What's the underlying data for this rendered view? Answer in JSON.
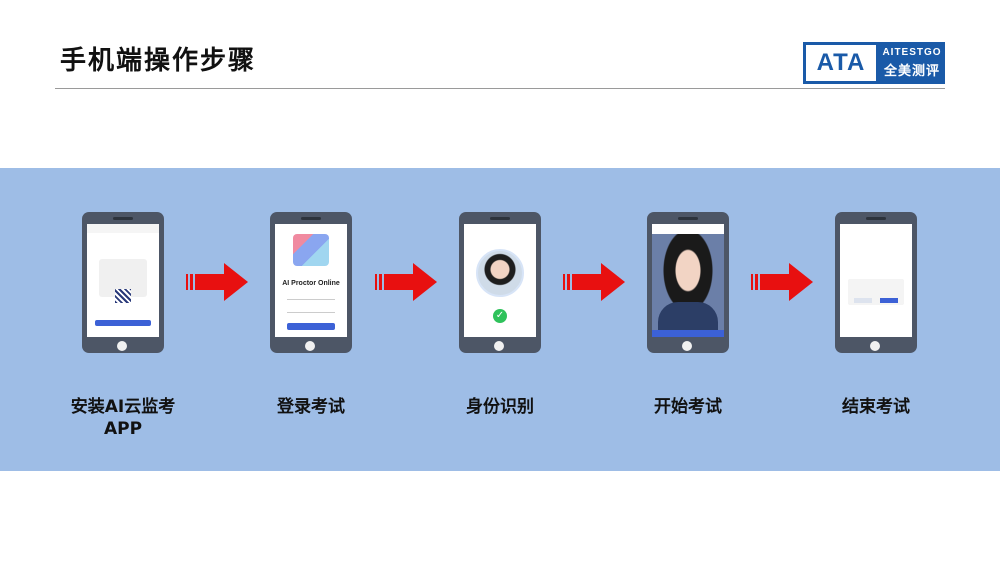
{
  "page_title": "手机端操作步骤",
  "logo": {
    "main": "ATA",
    "sub1": "AITESTGO",
    "sub2": "全美测评",
    "color": "#1a5aa8"
  },
  "band_color": "#9ebde6",
  "steps": [
    {
      "label_line1": "安装AI云监考",
      "label_line2": "APP"
    },
    {
      "label_line1": "登录考试",
      "screen_title": "AI Proctor Online"
    },
    {
      "label_line1": "身份识别"
    },
    {
      "label_line1": "开始考试"
    },
    {
      "label_line1": "结束考试"
    }
  ],
  "arrow_color": "#e81010"
}
